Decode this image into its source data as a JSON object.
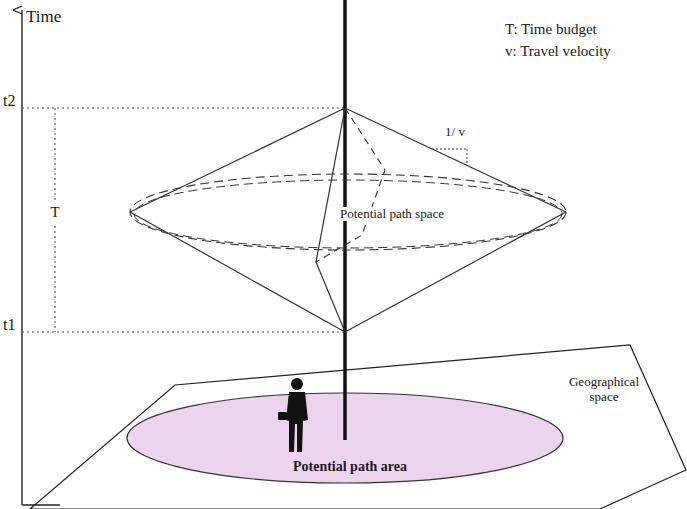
{
  "diagram": {
    "labels": [
      "Time",
      "T: Time budget",
      "v: Travel velocity",
      "t2",
      "1/ v",
      "T",
      "Potential path space",
      "t1",
      "Geographical space",
      "Potential path area"
    ]
  }
}
